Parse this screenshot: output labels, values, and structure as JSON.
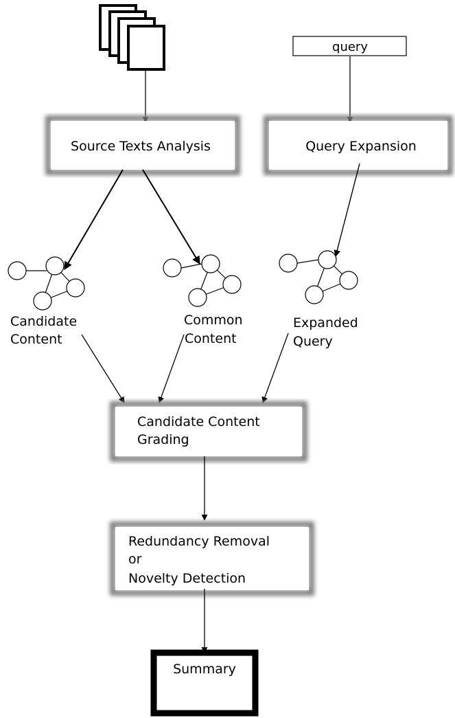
{
  "diagram": {
    "query_label": "query",
    "source_analysis_label": "Source Texts Analysis",
    "query_expansion_label": "Query Expansion",
    "candidate_content_label": [
      "Candidate",
      "Content"
    ],
    "common_content_label": [
      "Common",
      "Content"
    ],
    "expanded_query_label": [
      "Expanded",
      "Query"
    ],
    "grading_label": [
      "Candidate Content",
      "Grading"
    ],
    "novelty_label": [
      "Redundancy Removal",
      "or",
      "Novelty Detection"
    ],
    "summary_label": "Summary"
  }
}
